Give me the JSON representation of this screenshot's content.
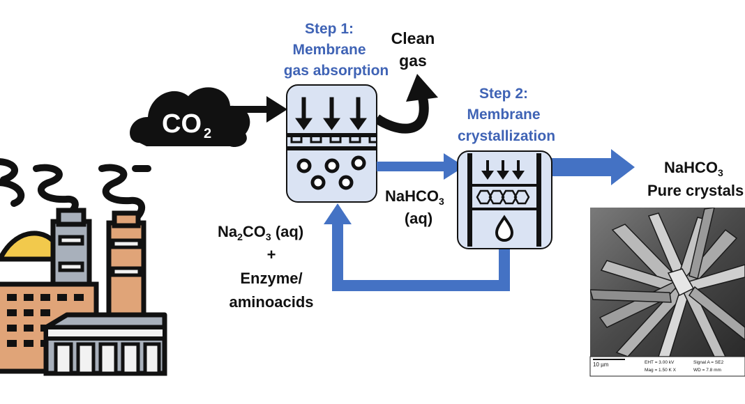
{
  "step1": {
    "title": "Step 1:",
    "line2": "Membrane",
    "line3": "gas absorption"
  },
  "step2": {
    "title": "Step 2:",
    "line2": "Membrane",
    "line3": "crystallization"
  },
  "clean_gas": {
    "line1": "Clean",
    "line2": "gas"
  },
  "co2_cloud": {
    "base": "CO",
    "sub": "2"
  },
  "nahco3_aq": {
    "base": "NaHCO",
    "sub": "3",
    "line2": "(aq)"
  },
  "feed": {
    "base1": "Na",
    "sub1": "2",
    "base2": "CO",
    "sub2": "3",
    "tail": " (aq)",
    "plus": "+",
    "line3": "Enzyme/",
    "line4": "aminoacids"
  },
  "product": {
    "base": "NaHCO",
    "sub": "3",
    "line2": "Pure crystals"
  },
  "sem": {
    "scale": "10 µm",
    "eht": "EHT =  3.00 kV",
    "mag": "Mag =   1.50 K X",
    "signal": "Signal A = SE2",
    "wd": "WD =  7.8 mm"
  },
  "colors": {
    "arrow_blue": "#4472c4",
    "text_blue": "#3f63b5",
    "module_fill": "#dae3f3",
    "factory_brown": "#e0a478",
    "factory_grey": "#a8b0bb",
    "factory_yellow": "#f2c94c"
  }
}
